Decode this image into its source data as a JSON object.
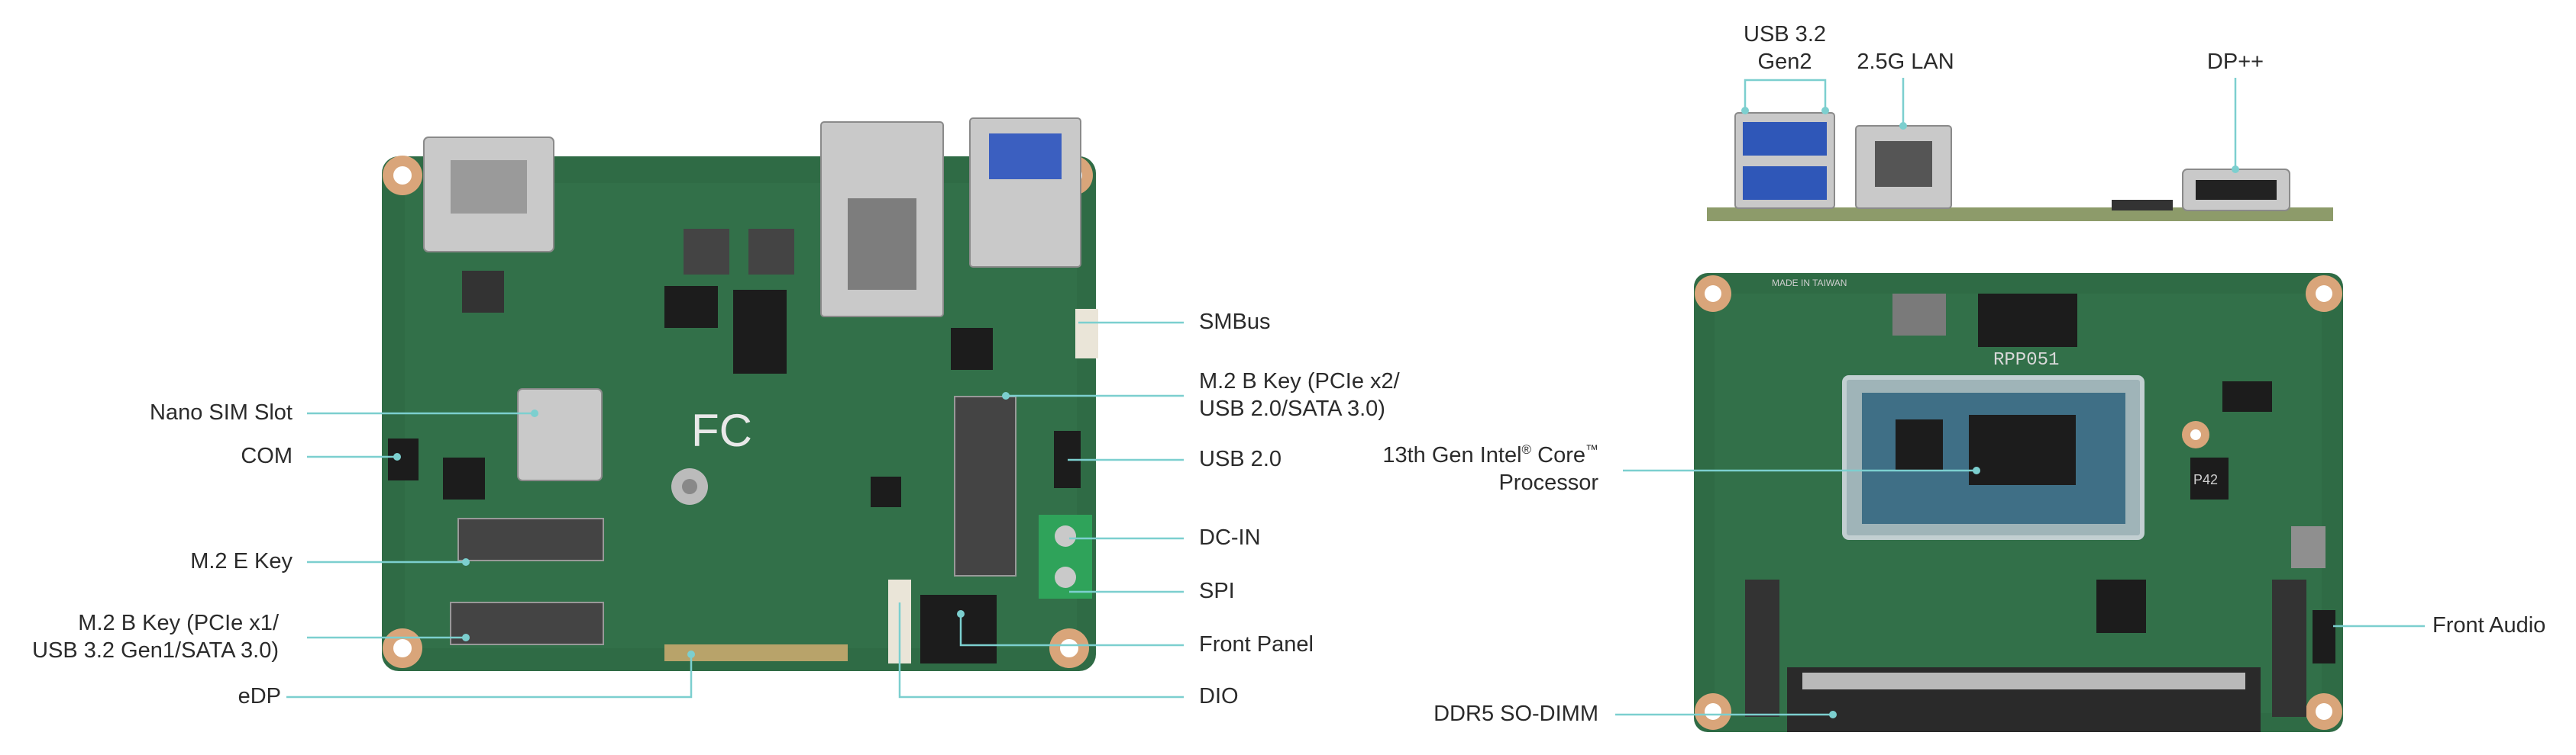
{
  "labels": {
    "nano_sim": "Nano SIM Slot",
    "com": "COM",
    "m2_e_key": "M.2 E Key",
    "m2_b_key_1_line1": "M.2 B Key (PCIe x1/",
    "m2_b_key_1_line2": "USB 3.2 Gen1/SATA 3.0)",
    "edp": "eDP",
    "smbus": "SMBus",
    "m2_b_key_2_line1": "M.2 B Key (PCIe x2/",
    "m2_b_key_2_line2": "USB 2.0/SATA 3.0)",
    "usb20": "USB 2.0",
    "dc_in": "DC-IN",
    "spi": "SPI",
    "front_panel": "Front Panel",
    "dio": "DIO",
    "usb32_line1": "USB 3.2",
    "usb32_line2": "Gen2",
    "lan": "2.5G LAN",
    "dp": "DP++",
    "cpu_line1_a": "13th Gen Intel",
    "cpu_line1_reg": "®",
    "cpu_line1_b": " Core",
    "cpu_line1_tm": "™",
    "cpu_line2": "Processor",
    "ddr5": "DDR5 SO-DIMM",
    "front_audio": "Front Audio"
  },
  "board_markings": {
    "fcc": "FC",
    "model": "RPP051",
    "made_in": "MADE IN TAIWAN",
    "ic": "P42"
  },
  "colors": {
    "leader_line": "#7ccfcf",
    "pcb": "#2f6b45",
    "text": "#2b2b2b"
  }
}
